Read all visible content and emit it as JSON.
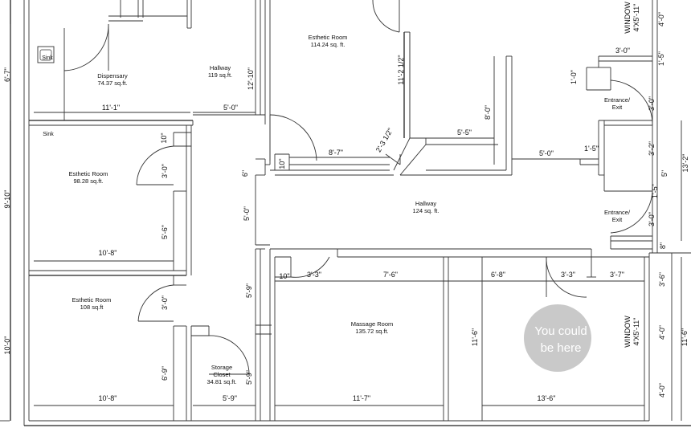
{
  "rooms": {
    "dispensary": {
      "name": "Dispensary",
      "area": "74.37 sq.ft."
    },
    "hallway_top": {
      "name": "Hallway",
      "area": "119 sq.ft."
    },
    "esthetic_top": {
      "name": "Esthetic Room",
      "area": "114.24 sq. ft."
    },
    "entrance_top": {
      "name": "Entrance/",
      "name2": "Exit"
    },
    "esthetic_mid": {
      "name": "Esthetic Room",
      "area": "98.28 sq.ft."
    },
    "hallway_main": {
      "name": "Hallway",
      "area": "124 sq. ft."
    },
    "entrance_bottom": {
      "name": "Entrance/",
      "name2": "Exit"
    },
    "esthetic_bottom": {
      "name": "Esthetic Room",
      "area": "108 sq.ft"
    },
    "storage": {
      "name": "Storage",
      "name2": "Closet",
      "area": "34.81 sq.ft."
    },
    "massage": {
      "name": "Massage Room",
      "area": "135.72 sq.ft."
    }
  },
  "fixtures": {
    "sink1": "Sink",
    "sink2": "Sink",
    "window_top": {
      "line1": "WINDOW",
      "line2": "4'X5'-11\""
    },
    "window_bottom": {
      "line1": "WINDOW",
      "line2": "4'X5'-11\""
    }
  },
  "highlight": {
    "line1": "You could",
    "line2": "be here",
    "color": "#c9c9c9"
  },
  "dims": {
    "d_6_7": "6'-7\"",
    "d_9_10": "9'-10\"",
    "d_10_0": "10'-0\"",
    "d_11_1": "11'-1\"",
    "d_5_0_top": "5'-0\"",
    "d_12_10": "12'-10\"",
    "d_11_2h": "11'-2 1/2\"",
    "d_2_3h": "2'-3 1/2\"",
    "d_8_7": "8'-7\"",
    "d_10_a": "10\"",
    "d_5_5": "5'-5\"",
    "d_8_0": "8'-0\"",
    "d_5_0_right": "5'-0\"",
    "d_1_5_a": "1'-5\"",
    "d_3_0_a": "3'-0\"",
    "d_1_0": "1'-0\"",
    "d_1_5_b": "1'-5\"",
    "d_4_0_a": "4'-0\"",
    "d_3_0_entr": "3'-0\"",
    "d_3_2": "3'-2\"",
    "d_13_2": "13'-2\"",
    "d_5_a": "5\"",
    "d_1_5_c": "1'-5\"",
    "d_3_0_entr2": "3'-0\"",
    "d_8_a": "8\"",
    "d_10_b": "10\"",
    "d_3_0_b": "3'-0\"",
    "d_5_6": "5'-6\"",
    "d_10_8_a": "10'-8\"",
    "d_6_a": "6\"",
    "d_5_0_mid": "5'-0\"",
    "d_10_c": "10\"",
    "d_3_3_a": "3'-3\"",
    "d_7_6": "7'-6\"",
    "d_6_8": "6'-8\"",
    "d_3_3_b": "3'-3\"",
    "d_3_7": "3'-7\"",
    "d_3_6": "3'-6\"",
    "d_3_0_c": "3'-0\"",
    "d_5_9_a": "5'-9\"",
    "d_11_6_a": "11'-6\"",
    "d_4_0_b": "4'-0\"",
    "d_11_6_b": "11'-6\"",
    "d_6_9": "6'-9\"",
    "d_5_9_b": "5'-9\"",
    "d_4_0_c": "4'-0\"",
    "d_10_8_b": "10'-8\"",
    "d_5_9_c": "5'-9\"",
    "d_11_7": "11'-7\"",
    "d_13_6": "13'-6\""
  }
}
